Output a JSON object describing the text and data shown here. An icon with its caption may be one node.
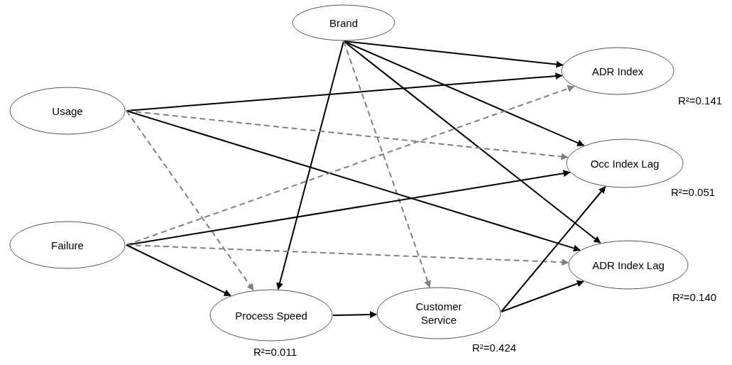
{
  "diagram": {
    "nodes": [
      {
        "text": [
          "Brand"
        ]
      },
      {
        "text": [
          "Usage"
        ]
      },
      {
        "text": [
          "Failure"
        ]
      },
      {
        "text": [
          "ADR Index"
        ],
        "beside": [
          "R²=0.141"
        ]
      },
      {
        "text": [
          "Occ Index Lag"
        ],
        "beside": [
          "R²=0.051"
        ]
      },
      {
        "text": [
          "ADR Index Lag"
        ],
        "beside": [
          "R²=0.140"
        ]
      },
      {
        "text": [
          "Process Speed"
        ],
        "beside": [
          "R²=0.011"
        ]
      },
      {
        "text": [
          "Customer Service"
        ],
        "beside": [
          "R²=0.424"
        ]
      }
    ],
    "edges": [
      {
        "from": 0,
        "to": 3,
        "arrow": "to"
      },
      {
        "from": 0,
        "to": 4,
        "arrow": "to"
      },
      {
        "from": 0,
        "to": 5,
        "arrow": "to"
      },
      {
        "from": 0,
        "to": 6,
        "arrow": "to"
      },
      {
        "from": 0,
        "to": 7,
        "arrow": "to",
        "style": "dashed",
        "color": "#808080"
      },
      {
        "from": 1,
        "to": 3,
        "arrow": "to"
      },
      {
        "from": 1,
        "to": 4,
        "arrow": "to",
        "style": "dashed",
        "color": "#808080"
      },
      {
        "from": 1,
        "to": 5,
        "arrow": "to"
      },
      {
        "from": 1,
        "to": 6,
        "arrow": "to",
        "style": "dashed",
        "color": "#808080"
      },
      {
        "from": 2,
        "to": 3,
        "arrow": "to",
        "style": "dashed",
        "color": "#808080"
      },
      {
        "from": 2,
        "to": 4,
        "arrow": "to"
      },
      {
        "from": 2,
        "to": 5,
        "arrow": "to",
        "style": "dashed",
        "color": "#808080"
      },
      {
        "from": 2,
        "to": 6,
        "arrow": "to"
      },
      {
        "from": 6,
        "to": 7,
        "arrow": "to"
      },
      {
        "from": 7,
        "to": 4,
        "arrow": "to"
      },
      {
        "from": 7,
        "to": 5,
        "arrow": "to"
      }
    ]
  }
}
